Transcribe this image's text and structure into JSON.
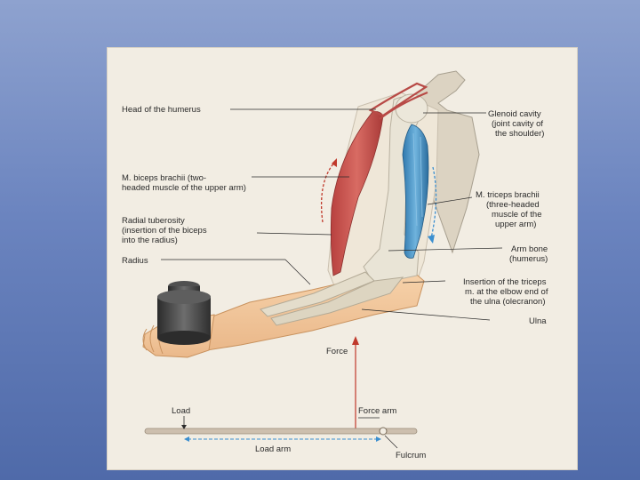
{
  "labels": {
    "head_humerus": "Head of the humerus",
    "glenoid": [
      "Glenoid cavity",
      "(joint cavity of",
      "the shoulder)"
    ],
    "biceps": [
      "M. biceps brachii (two-",
      "headed muscle of the upper arm)"
    ],
    "triceps": [
      "M. triceps brachii",
      "(three-headed",
      "muscle of the",
      "upper arm)"
    ],
    "radial_tuberosity": [
      "Radial tuberosity",
      "(insertion of the biceps",
      "into the radius)"
    ],
    "radius": "Radius",
    "arm_bone": [
      "Arm bone",
      "(humerus)"
    ],
    "insertion_triceps": [
      "Insertion of the triceps",
      "m. at the elbow end of",
      "the ulna (olecranon)"
    ],
    "ulna": "Ulna",
    "force": "Force",
    "load": "Load",
    "force_arm": "Force arm",
    "load_arm": "Load arm",
    "fulcrum": "Fulcrum"
  },
  "colors": {
    "slide_bg_top": "#8ea2cf",
    "slide_bg_bottom": "#4f6aa9",
    "biceps": "#c9524f",
    "triceps": "#3e8fc4",
    "bone": "#e7e1d2",
    "skin": "#f2c79c",
    "arrow_red": "#c0392b",
    "arrow_blue": "#3b8fd0",
    "weight": "#3a3a3a"
  }
}
